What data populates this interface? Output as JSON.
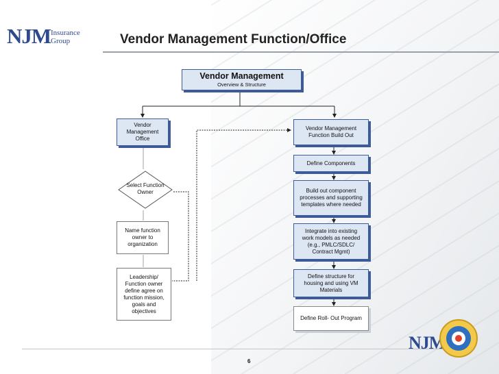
{
  "header": {
    "logo_mark": "NJM",
    "logo_sub_line1": "Insurance",
    "logo_sub_line2": "Group",
    "title": "Vendor Management Function/Office"
  },
  "diagram": {
    "root": {
      "line1": "Vendor Management",
      "line2": "Overview & Structure"
    },
    "left_column": {
      "office": [
        "Vendor",
        "Management",
        "Office"
      ],
      "decision": [
        "Select Function",
        "Owner"
      ],
      "step2": [
        "Name function",
        "owner to",
        "organization"
      ],
      "step3": [
        "Leadership/",
        "Function owner",
        "define agree on",
        "function mission,",
        "goals and",
        "objectives"
      ]
    },
    "right_column": {
      "buildout": [
        "Vendor Management",
        "Function Build Out"
      ],
      "define_components": [
        "Define Components"
      ],
      "build_out": [
        "Build out component",
        "processes and supporting",
        "templates where needed"
      ],
      "integrate": [
        "Integrate into existing",
        "work models as needed",
        "(e.g., PMLC/SDLC/",
        "Contract Mgmt)"
      ],
      "define_structure": [
        "Define structure for",
        "housing and using VM",
        "Materials"
      ],
      "rollout": [
        "Define Roll- Out Program"
      ]
    }
  },
  "footer": {
    "page_number": "6",
    "logo_mark": "NJM"
  },
  "colors": {
    "brand_blue": "#2e4a8f",
    "box_fill": "#dde6f3",
    "box_border": "#3d5a99"
  }
}
